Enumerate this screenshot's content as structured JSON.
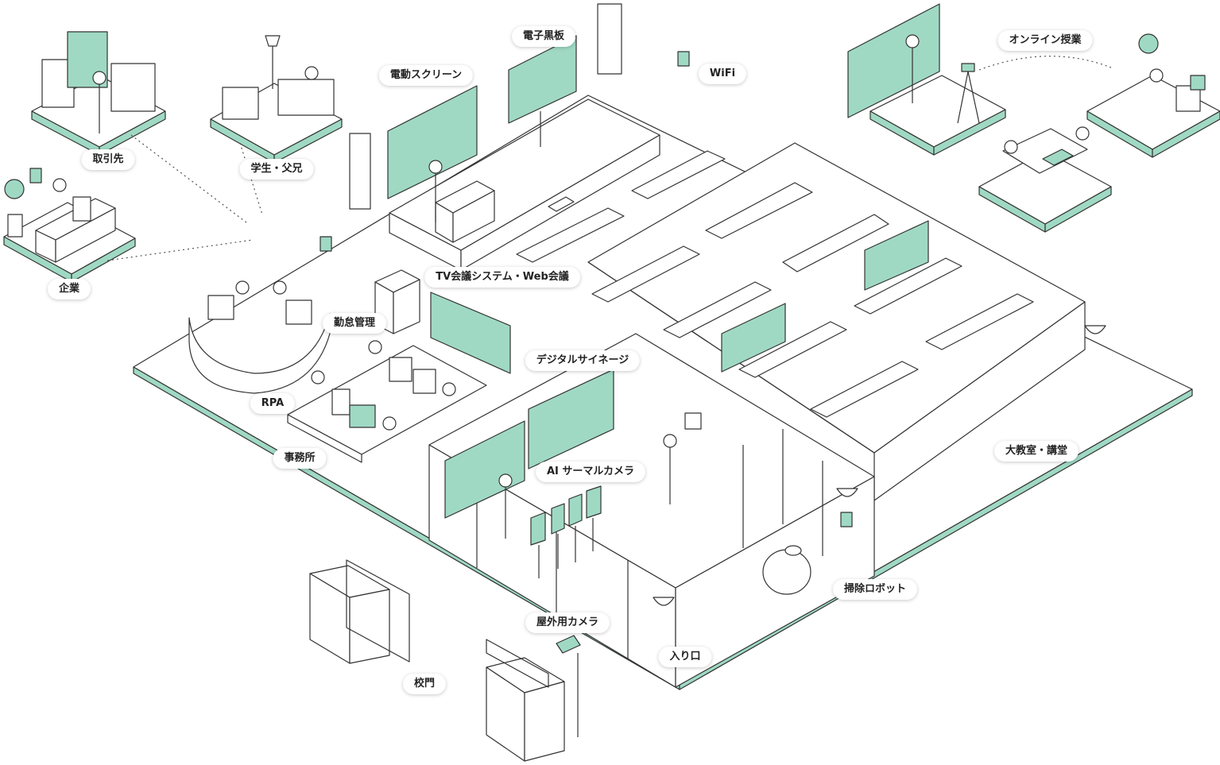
{
  "labels": {
    "trading_partner": "取引先",
    "students_parents": "学生・父兄",
    "company": "企業",
    "electric_screen": "電動スクリーン",
    "electronic_blackboard": "電子黒板",
    "wifi": "WiFi",
    "online_class": "オンライン授業",
    "video_conference": "TV会議システム・Web会議",
    "attendance_management": "勤怠管理",
    "digital_signage": "デジタルサイネージ",
    "rpa": "RPA",
    "office": "事務所",
    "ai_thermal_camera": "AI サーマルカメラ",
    "large_classroom": "大教室・講堂",
    "cleaning_robot": "掃除ロボット",
    "outdoor_camera": "屋外用カメラ",
    "entrance": "入り口",
    "school_gate": "校門"
  },
  "colors": {
    "accent": "#9fd9c4",
    "accent_dark": "#7cc9ad",
    "line": "#333333",
    "floor": "#ffffff"
  }
}
